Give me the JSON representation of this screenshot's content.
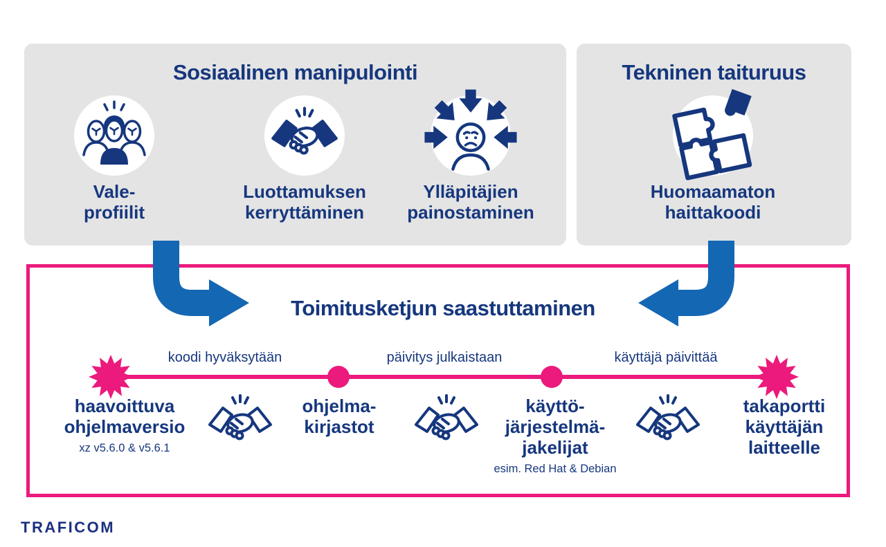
{
  "colors": {
    "navy": "#16377E",
    "arrow_blue": "#1467B3",
    "pink": "#EB1A7C",
    "box_gray": "#E4E4E4"
  },
  "social_box": {
    "title": "Sosiaalinen manipulointi",
    "items": [
      {
        "icon": "masks-icon",
        "label": "Vale-\nprofiilit"
      },
      {
        "icon": "handshake-icon",
        "label": "Luottamuksen\nkerryttäminen"
      },
      {
        "icon": "pressure-icon",
        "label": "Ylläpitäjien\npainostaminen"
      }
    ]
  },
  "technical_box": {
    "title": "Tekninen taituruus",
    "item": {
      "icon": "puzzle-icon",
      "label": "Huomaamaton\nhaittakoodi"
    }
  },
  "supply_chain": {
    "title": "Toimitusketjun saastuttaminen",
    "edge_labels": [
      "koodi hyväksytään",
      "päivitys julkaistaan",
      "käyttäjä päivittää"
    ],
    "stages": [
      {
        "label": "haavoittuva\nohjelmaversio",
        "sublabel": "xz v5.6.0 & v5.6.1"
      },
      {
        "label": "ohjelma-\nkirjastot",
        "sublabel": ""
      },
      {
        "label": "käyttö-\njärjestelmä-\njakelijat",
        "sublabel": "esim. Red Hat & Debian"
      },
      {
        "label": "takaportti\nkäyttäjän\nlaitteelle",
        "sublabel": ""
      }
    ]
  },
  "footer": {
    "logo": "TRAFICOM"
  }
}
